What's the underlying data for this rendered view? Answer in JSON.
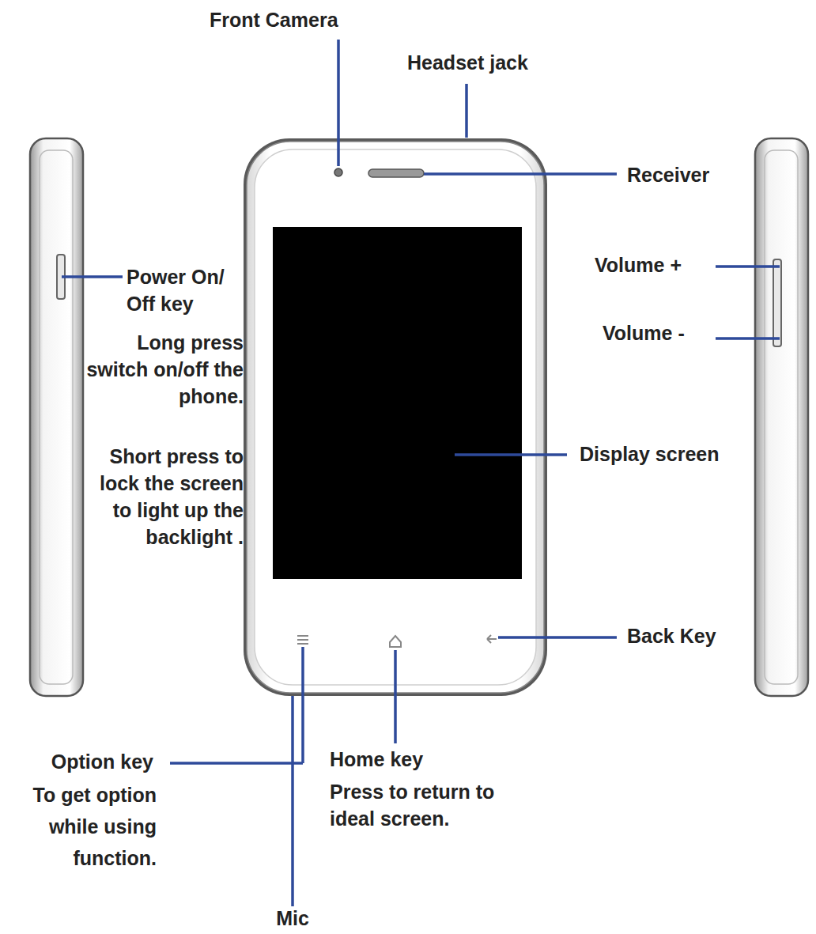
{
  "diagram": {
    "labels": [
      "Front Camera",
      "Headset jack",
      "Receiver",
      "Power On/ Off key",
      "Long press switch on/off the phone.",
      "Short press to lock the screen to light up the backlight .",
      "Volume +",
      "Volume -",
      "Display screen",
      "Back Key",
      "Option key",
      "To get option while using function.",
      "Home key",
      "Press to return to ideal screen.",
      "Mic"
    ]
  }
}
